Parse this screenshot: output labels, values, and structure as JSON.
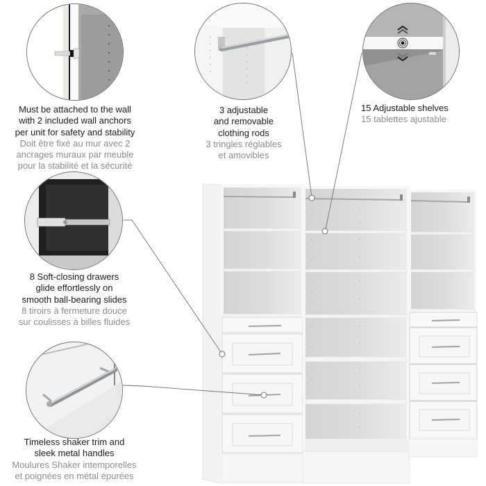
{
  "features": [
    {
      "id": "wall-anchor",
      "en": [
        "Must be attached to the wall",
        "with 2 included wall anchors",
        "per unit for safety and stability"
      ],
      "fr": [
        "Doit être fixé au mur avec 2",
        "ancrages muraux par meuble",
        "pour la stabilité et la sécurité"
      ]
    },
    {
      "id": "clothing-rods",
      "en": [
        "3 adjustable",
        "and removable",
        "clothing rods"
      ],
      "fr": [
        "3 tringles réglables",
        "et amovibles"
      ]
    },
    {
      "id": "adjustable-shelves",
      "en": [
        "15 Adjustable shelves"
      ],
      "fr": [
        "15 tablettes ajustable"
      ]
    },
    {
      "id": "soft-closing-drawers",
      "en": [
        "8 Soft-closing drawers",
        "glide effortlessly on",
        "smooth ball-bearing slides"
      ],
      "fr": [
        "8 tiroirs à fermeture douce",
        "sur coulisses à billes fluides"
      ]
    },
    {
      "id": "shaker-trim-handles",
      "en": [
        "Timeless shaker trim and",
        "sleek metal handles"
      ],
      "fr": [
        "Moulures Shaker intemporelles",
        "et poignées en métal épurées"
      ]
    }
  ],
  "colors": {
    "text_primary": "#1a1a1a",
    "text_secondary": "#8c8c8c",
    "leader_line": "#6f6f6f",
    "cabinet_white": "#f7f7f7",
    "cabinet_interior": "#d9d9d9",
    "metal": "#b0b4b8"
  },
  "product": {
    "units": 3,
    "drawers": 8,
    "shelves": 15,
    "clothing_rods": 3
  }
}
